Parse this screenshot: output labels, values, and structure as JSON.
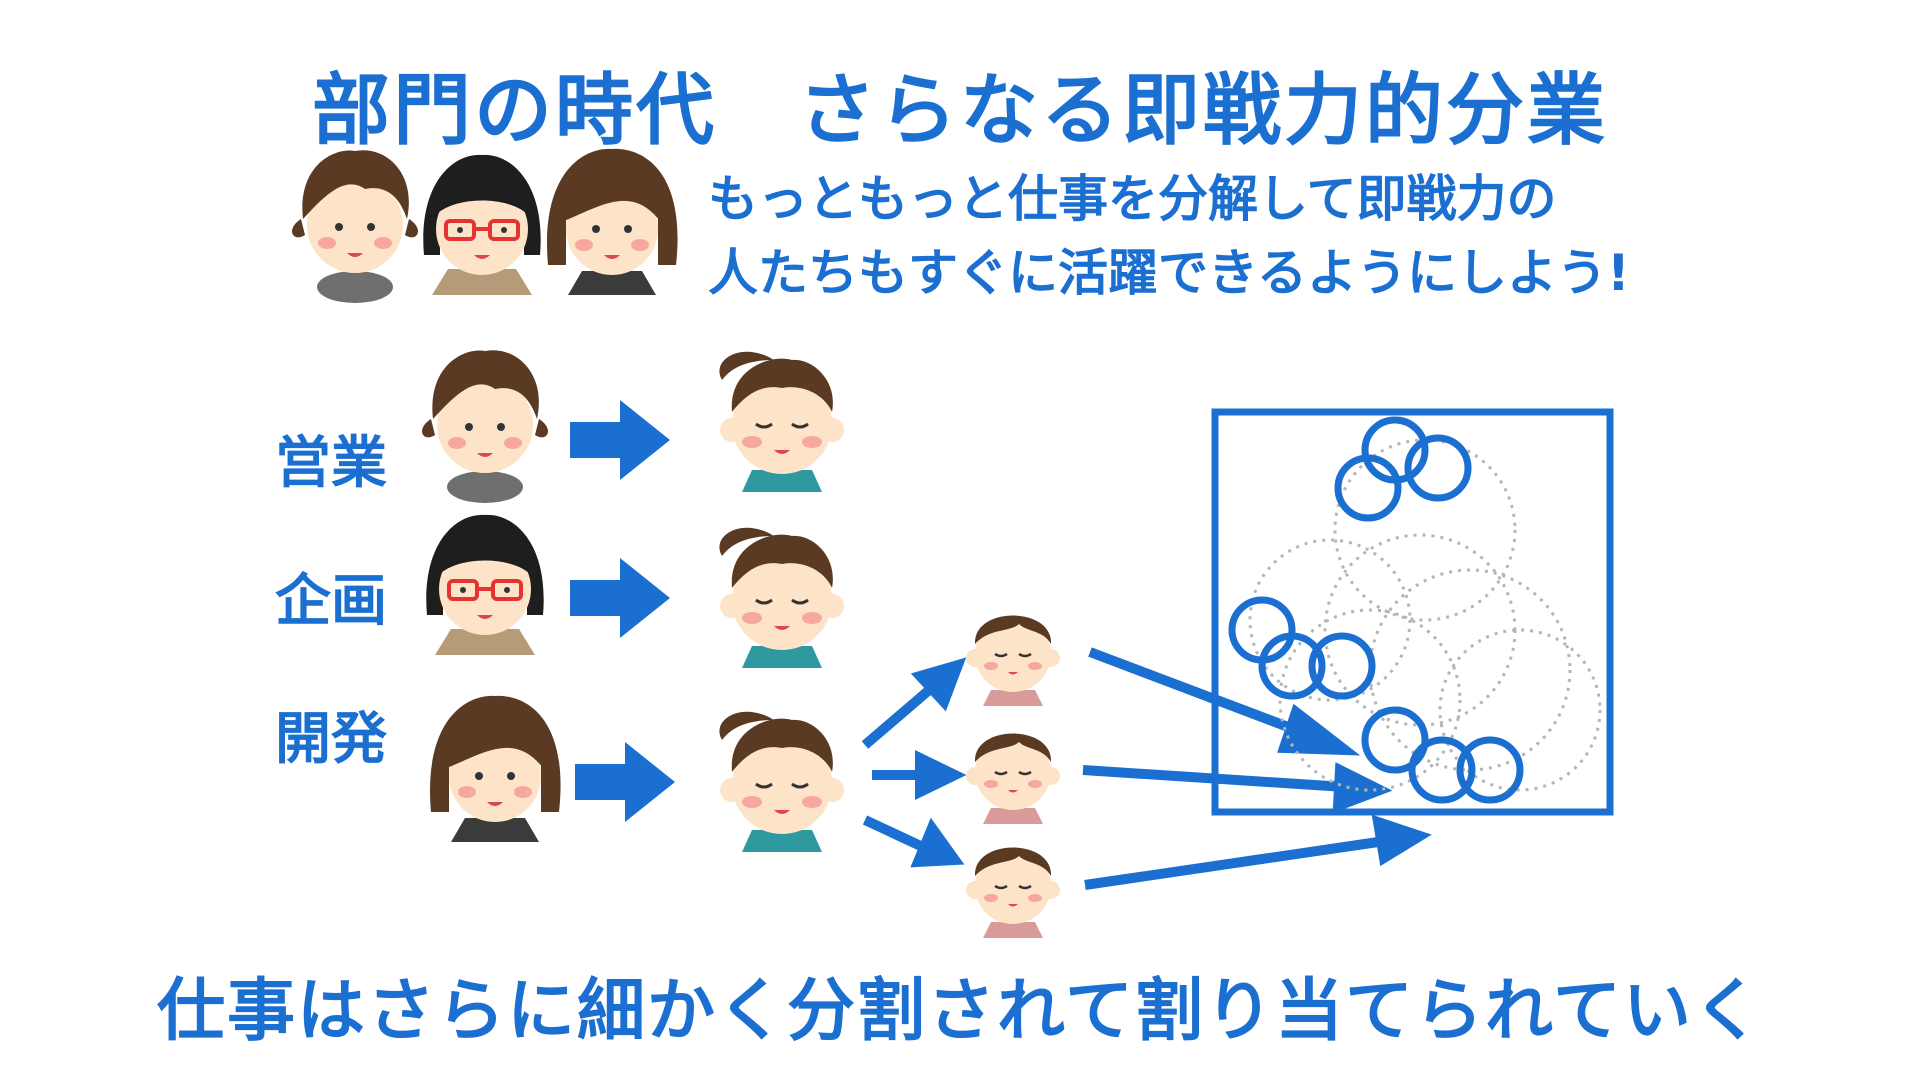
{
  "title": "部門の時代　さらなる即戦力的分業",
  "subtitle": {
    "line1": "もっともっと仕事を分解して即戦力の",
    "line2": "人たちもすぐに活躍できるようにしよう!"
  },
  "departments": [
    {
      "label": "営業"
    },
    {
      "label": "企画"
    },
    {
      "label": "開発"
    }
  ],
  "caption": "仕事はさらに細かく分割されて割り当てられていく",
  "colors": {
    "accent": "#1a6fd0",
    "dotted": "#b5b5b5",
    "skin": "#fde3c8",
    "hair": "#5a3a22",
    "cheek": "#f6a8a0"
  }
}
